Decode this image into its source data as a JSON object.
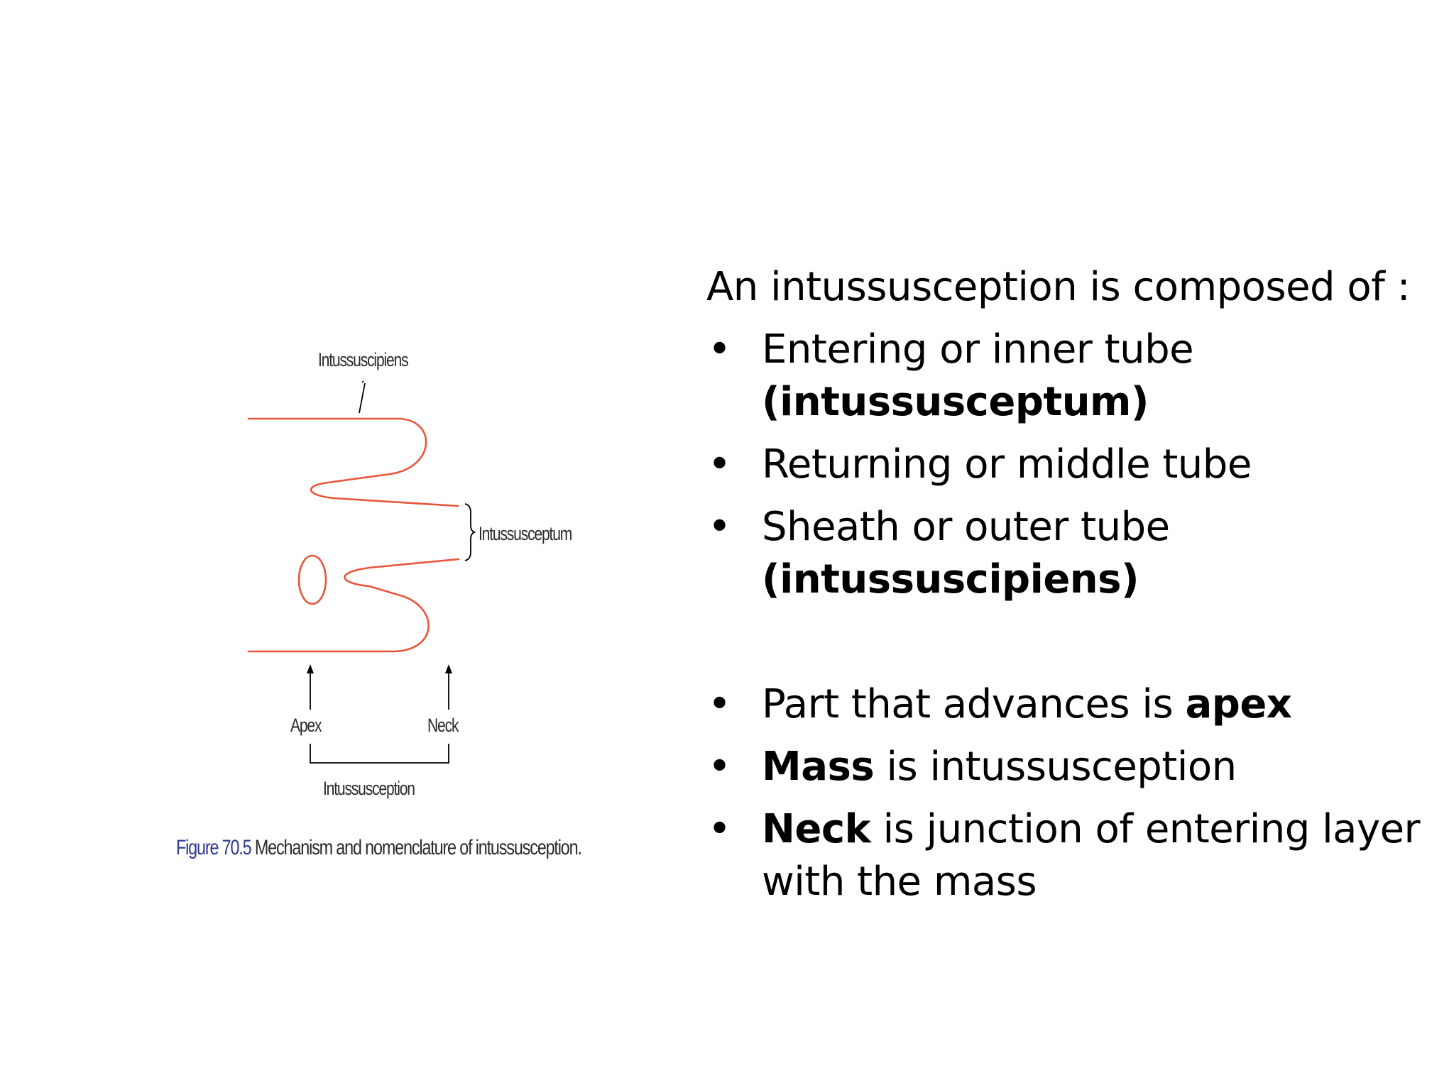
{
  "figure": {
    "labels": {
      "intussuscipiens": "Intussuscipiens",
      "intussusceptum": "Intussusceptum",
      "apex": "Apex",
      "neck": "Neck",
      "intussusception": "Intussusception"
    },
    "caption_number": "Figure 70.5",
    "caption_text": "Mechanism and nomenclature of intussusception.",
    "line_color": "#e8563a"
  },
  "text": {
    "intro": "An intussusception is composed of :",
    "bullet_char": "•",
    "list_a": [
      {
        "text": "Entering or inner tube ",
        "bold": "(intussusceptum)"
      },
      {
        "text": "Returning or middle tube"
      },
      {
        "text": "Sheath or outer tube ",
        "bold": "(intussuscipiens)"
      }
    ],
    "list_b": [
      {
        "pre": "Part that advances is ",
        "bold": "apex",
        "post": ""
      },
      {
        "pre": "",
        "bold": "Mass",
        "post": " is intussusception"
      },
      {
        "pre": "",
        "bold": "Neck",
        "post": " is junction of entering layer with the mass"
      }
    ]
  }
}
